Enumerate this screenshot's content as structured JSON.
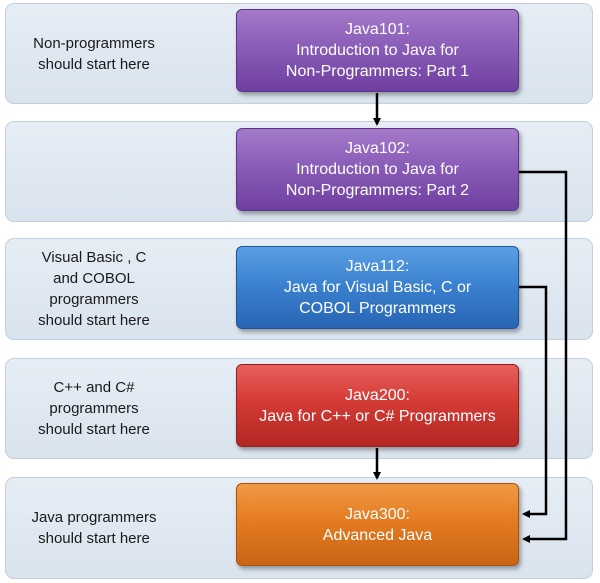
{
  "bands": [
    {
      "label": "Non-programmers\nshould start here"
    },
    {
      "label": ""
    },
    {
      "label": "Visual Basic , C\nand COBOL\nprogrammers\nshould start here"
    },
    {
      "label": "C++ and C#\nprogrammers\nshould start here"
    },
    {
      "label": "Java programmers\nshould start here"
    }
  ],
  "courses": [
    {
      "text": "Java101:\nIntroduction to Java for\nNon-Programmers: Part 1",
      "color": "#8a5db8"
    },
    {
      "text": "Java102:\nIntroduction to Java for\nNon-Programmers: Part 2",
      "color": "#8a5db8"
    },
    {
      "text": "Java112:\nJava for Visual Basic, C or\nCOBOL Programmers",
      "color": "#3b82d0"
    },
    {
      "text": "Java200:\nJava for C++ or C# Programmers",
      "color": "#d43b36"
    },
    {
      "text": "Java300:\nAdvanced Java",
      "color": "#e47c22"
    }
  ]
}
